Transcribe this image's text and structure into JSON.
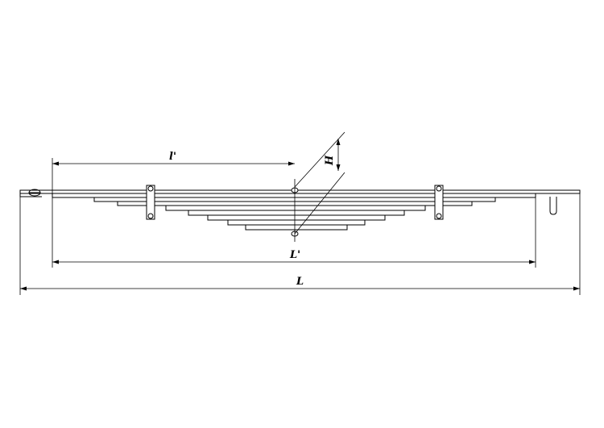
{
  "drawing": {
    "subject": "leaf spring",
    "labels": {
      "half_length": "l'",
      "camber": "H",
      "leaf_length": "L'",
      "total_length": "L"
    }
  },
  "colors": {
    "line": "#000000",
    "background": "#ffffff"
  }
}
